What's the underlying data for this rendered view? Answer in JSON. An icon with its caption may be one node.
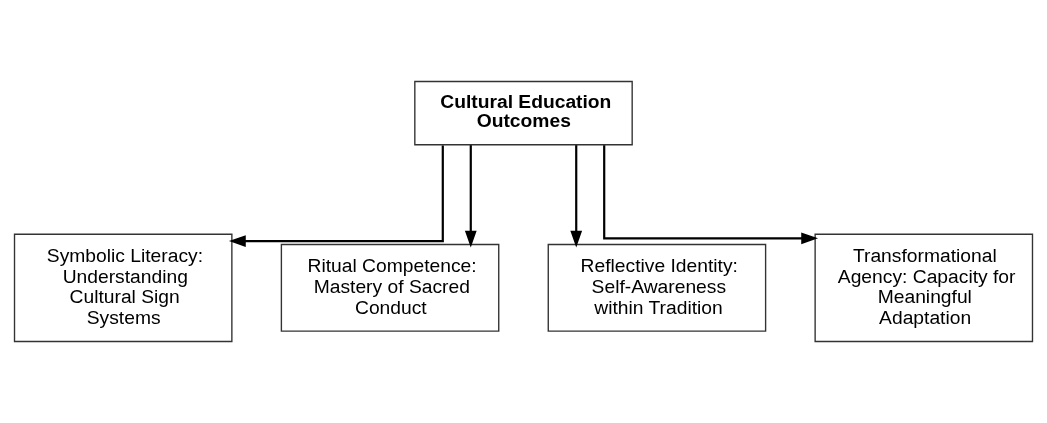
{
  "diagram": {
    "nodes": [
      {
        "text": [
          "Cultural Education Outcomes"
        ]
      },
      {
        "text": [
          "Symbolic Literacy: Understanding Cultural Sign Systems"
        ]
      },
      {
        "text": [
          "Ritual Competence: Mastery of Sacred Conduct"
        ]
      },
      {
        "text": [
          "Reflective Identity: Self-Awareness within Tradition"
        ]
      },
      {
        "text": [
          "Transformational Agency: Capacity for Meaningful Adaptation"
        ]
      }
    ],
    "edges": [
      {
        "from": 0,
        "to": 1,
        "arrow": "to"
      },
      {
        "from": 0,
        "to": 2,
        "arrow": "to"
      },
      {
        "from": 0,
        "to": 3,
        "arrow": "to"
      },
      {
        "from": 0,
        "to": 4,
        "arrow": "to"
      }
    ]
  }
}
